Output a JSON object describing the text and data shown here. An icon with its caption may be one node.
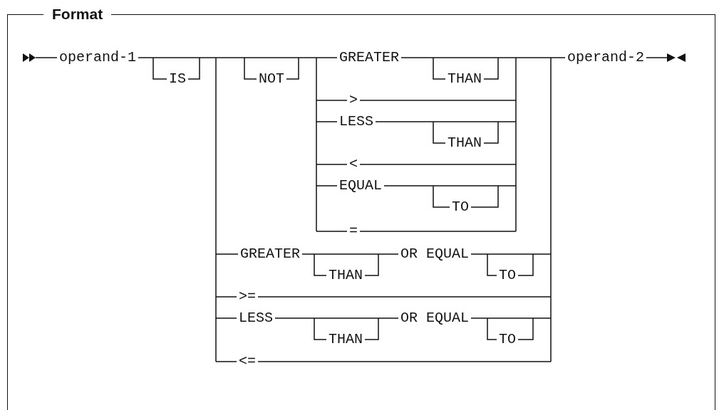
{
  "diagram": {
    "nodes": [
      {
        "text": [
          "Format"
        ]
      }
    ],
    "labels": [
      "operand-1",
      "IS",
      "NOT",
      "GREATER",
      "THAN",
      "operand-2",
      ">",
      "LESS",
      "THAN",
      "<",
      "EQUAL",
      "TO",
      "=",
      "GREATER",
      "OR EQUAL",
      "THAN",
      "TO",
      ">=",
      "LESS",
      "OR EQUAL",
      "THAN",
      "TO",
      "<="
    ]
  }
}
